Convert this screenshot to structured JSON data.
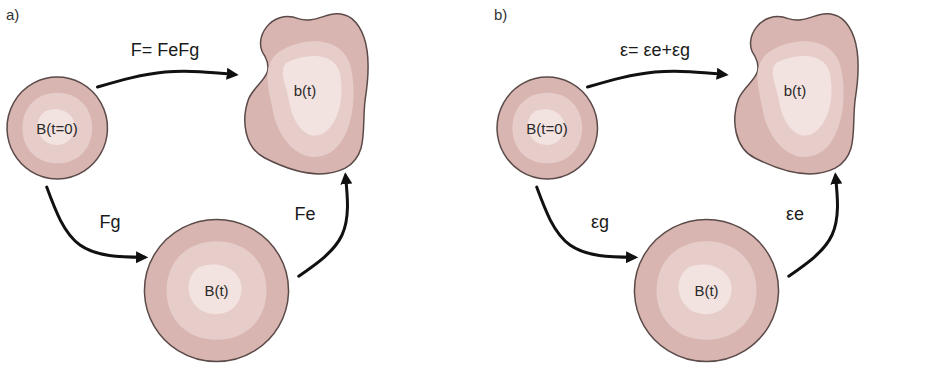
{
  "diagram": {
    "nodes": [
      {
        "text": [
          "B(t=0)"
        ]
      },
      {
        "text": [
          "b(t)"
        ]
      },
      {
        "text": [
          "B(t)"
        ]
      },
      {
        "text": [
          "B(t=0)"
        ]
      },
      {
        "text": [
          "b(t)"
        ]
      },
      {
        "text": [
          "B(t)"
        ]
      }
    ],
    "edges": [
      {
        "from": 0,
        "to": 1,
        "label": "F= FeFg",
        "arrow": "to"
      },
      {
        "from": 0,
        "to": 2,
        "label": "Fg",
        "arrow": "to"
      },
      {
        "from": 2,
        "to": 1,
        "label": "Fe",
        "arrow": "to"
      },
      {
        "from": 3,
        "to": 4,
        "label": "ε= εe+εg",
        "arrow": "to"
      },
      {
        "from": 3,
        "to": 5,
        "label": "εg",
        "arrow": "to"
      },
      {
        "from": 5,
        "to": 4,
        "label": "εe",
        "arrow": "to"
      }
    ],
    "labels": [
      "a)",
      "b)"
    ]
  }
}
